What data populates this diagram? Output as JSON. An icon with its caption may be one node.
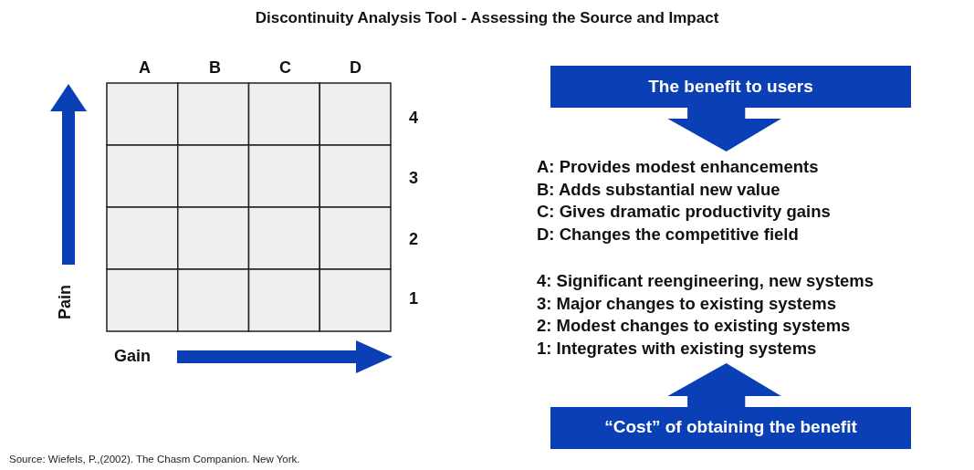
{
  "diagram": {
    "title": "Discontinuity Analysis Tool - Assessing the Source and Impact",
    "nodes": [
      {
        "text": [
          "The benefit to users"
        ]
      },
      {
        "text": [
          "“Cost” of obtaining the benefit"
        ]
      }
    ],
    "labels": [
      "A",
      "B",
      "C",
      "D",
      "4",
      "3",
      "2",
      "1",
      "Pain",
      "Gain",
      "A: Provides modest enhancements",
      "B: Adds substantial new value",
      "C: Gives dramatic productivity gains",
      "D: Changes the competitive field",
      "4: Significant reengineering, new systems",
      "3: Major changes to existing systems",
      "2: Modest changes to existing systems",
      "1: Integrates with existing systems"
    ],
    "caption": "Source: Wiefels, P.,(2002). The Chasm Companion. New York."
  }
}
